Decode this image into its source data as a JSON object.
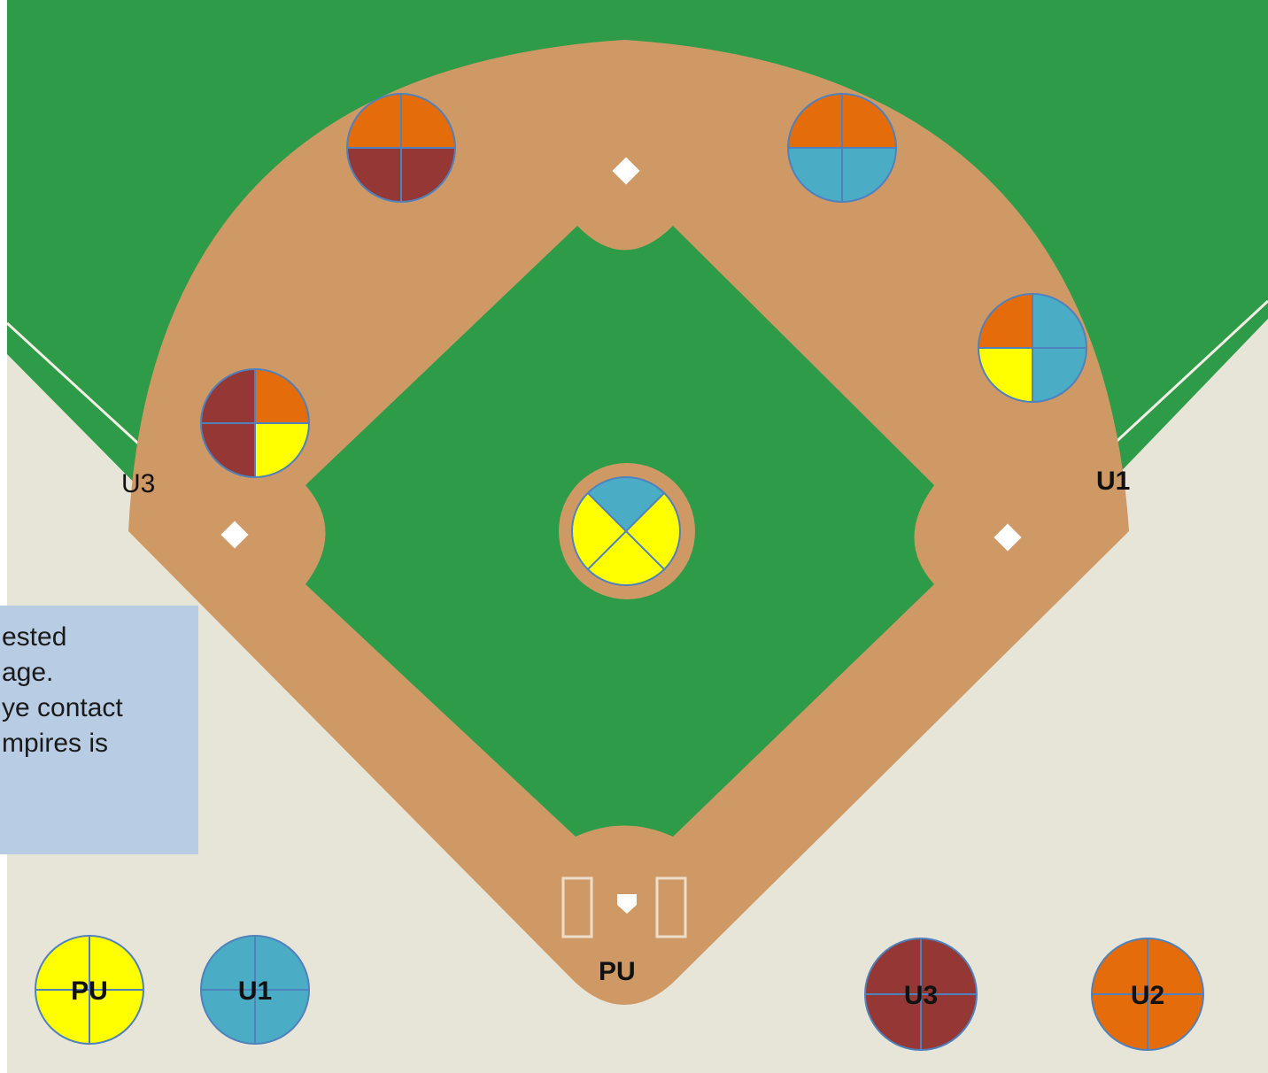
{
  "field_labels": {
    "u3": "U3",
    "u1": "U1",
    "pu": "PU"
  },
  "note": {
    "lines": [
      "ested",
      "age.",
      "ye contact",
      "mpires is"
    ]
  },
  "legend": [
    {
      "label": "PU",
      "color": "#ffff00"
    },
    {
      "label": "U1",
      "color": "#4bacc6"
    },
    {
      "label": "U3",
      "color": "#953735"
    },
    {
      "label": "U2",
      "color": "#e46c0a"
    }
  ],
  "colors": {
    "grass": "#2e9b48",
    "dirt": "#cf9966",
    "foul": "#e7e5d7",
    "pu": "#ffff00",
    "u1": "#4bacc6",
    "u2": "#e46c0a",
    "u3": "#953735",
    "note_bg": "#b8cce4"
  }
}
